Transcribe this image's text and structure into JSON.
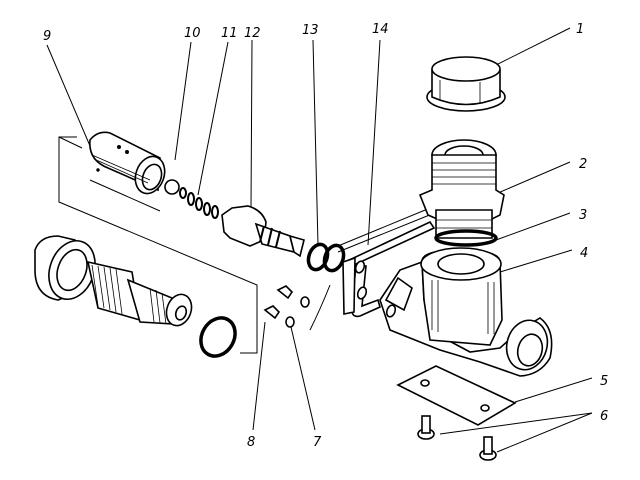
{
  "figure": {
    "type": "exploded-assembly-drawing",
    "background": "#ffffff",
    "ink": "#000000"
  },
  "callouts": [
    {
      "id": "1",
      "label": "1",
      "part": "cap"
    },
    {
      "id": "2",
      "label": "2",
      "part": "threaded fitting"
    },
    {
      "id": "3",
      "label": "3",
      "part": "sealing ring"
    },
    {
      "id": "4",
      "label": "4",
      "part": "valve body"
    },
    {
      "id": "5",
      "label": "5",
      "part": "mounting plate"
    },
    {
      "id": "6",
      "label": "6",
      "part": "screws"
    },
    {
      "id": "7",
      "label": "7",
      "part": "washer"
    },
    {
      "id": "8",
      "label": "8",
      "part": "bolt"
    },
    {
      "id": "9",
      "label": "9",
      "part": "sleeve"
    },
    {
      "id": "10",
      "label": "10",
      "part": "ball"
    },
    {
      "id": "11",
      "label": "11",
      "part": "spring"
    },
    {
      "id": "12",
      "label": "12",
      "part": "valve plug"
    },
    {
      "id": "13",
      "label": "13",
      "part": "o-rings"
    },
    {
      "id": "14",
      "label": "14",
      "part": "bracket"
    }
  ]
}
